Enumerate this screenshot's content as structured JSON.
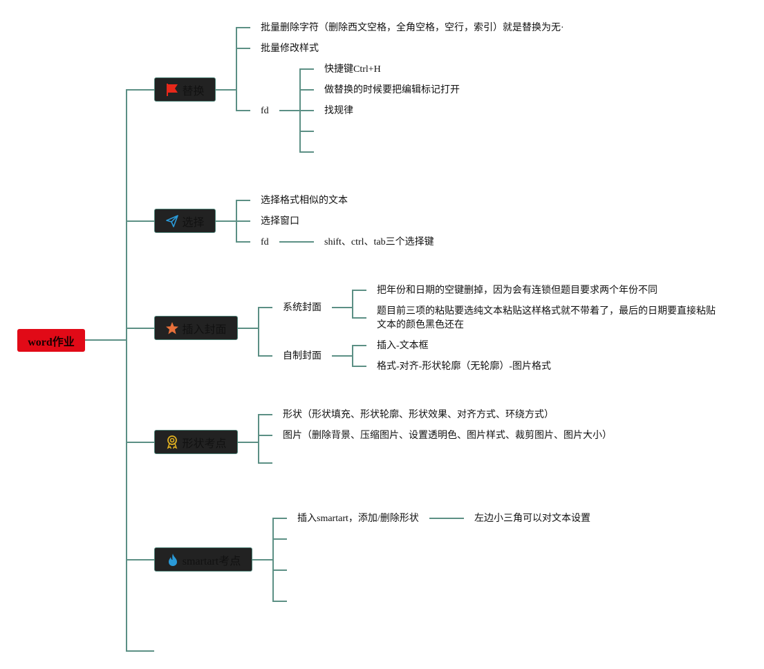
{
  "root": {
    "label": "word作业",
    "color": "#e10a17"
  },
  "branches": [
    {
      "label": "替换",
      "icon": "flag-icon",
      "icon_color": "#e8281a",
      "children": [
        "批量删除字符（删除西文空格，全角空格，空行，索引）就是替换为无·",
        "批量修改样式",
        "fd"
      ],
      "fd_children": [
        "快捷键Ctrl+H",
        "做替换的时候要把编辑标记打开",
        "找规律"
      ]
    },
    {
      "label": "选择",
      "icon": "paper-plane-icon",
      "icon_color": "#2a9ad8",
      "children": [
        "选择格式相似的文本",
        "选择窗口",
        "fd"
      ],
      "fd_children": [
        "shift、ctrl、tab三个选择键"
      ]
    },
    {
      "label": "插入封面",
      "icon": "star-icon",
      "icon_color": "#e8703a",
      "children": [
        "系统封面",
        "自制封面"
      ],
      "system_children": [
        "把年份和日期的空键删掉，因为会有连锁但题目要求两个年份不同",
        "题目前三项的粘贴要选纯文本粘贴这样格式就不带着了，最后的日期要直接粘贴文本的颜色黑色还在"
      ],
      "custom_children": [
        "插入-文本框",
        "格式-对齐-形状轮廓（无轮廓）-图片格式"
      ]
    },
    {
      "label": "形状考点",
      "icon": "award-icon",
      "icon_color": "#e0b020",
      "children": [
        "形状（形状填充、形状轮廓、形状效果、对齐方式、环绕方式）",
        "图片（删除背景、压缩图片、设置透明色、图片样式、裁剪图片、图片大小）"
      ]
    },
    {
      "label": "smartart考点",
      "icon": "flame-icon",
      "icon_color": "#2a9ad8",
      "children": [
        "插入smartart，添加/删除形状"
      ],
      "sub_children": [
        "左边小三角可以对文本设置"
      ]
    }
  ],
  "line_color": "#5b8f84"
}
